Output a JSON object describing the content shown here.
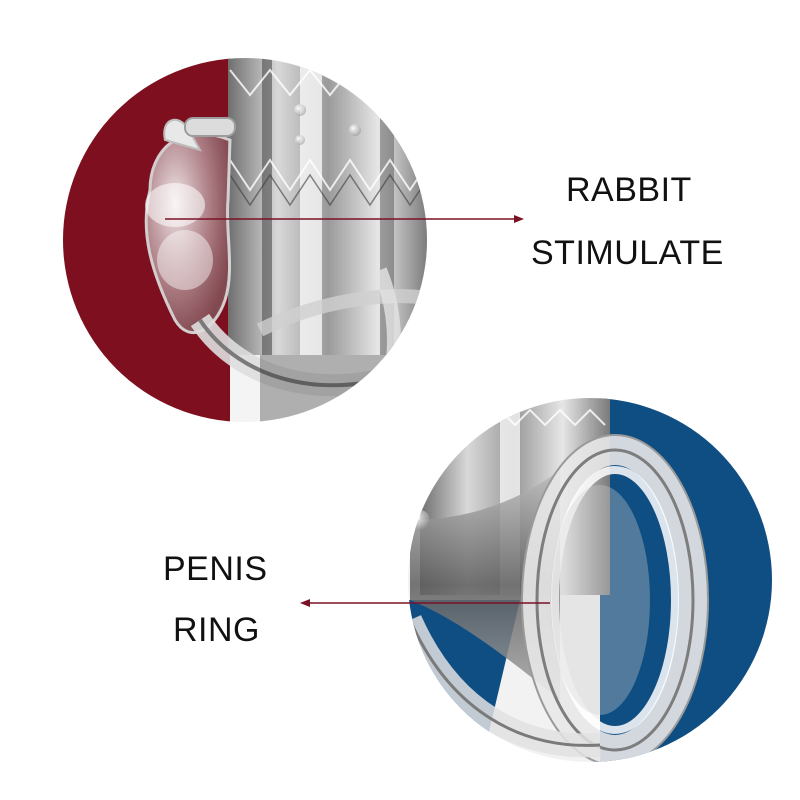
{
  "colors": {
    "background": "#ffffff",
    "text": "#111111",
    "rabbit_panel": "#7d0f1e",
    "ring_panel": "#0f4e82",
    "pointer": "#7a1226"
  },
  "callouts": {
    "rabbit": {
      "line1": "RABBIT",
      "line2": "STIMULATE"
    },
    "ring": {
      "line1": "PENIS",
      "line2": "RING"
    }
  }
}
